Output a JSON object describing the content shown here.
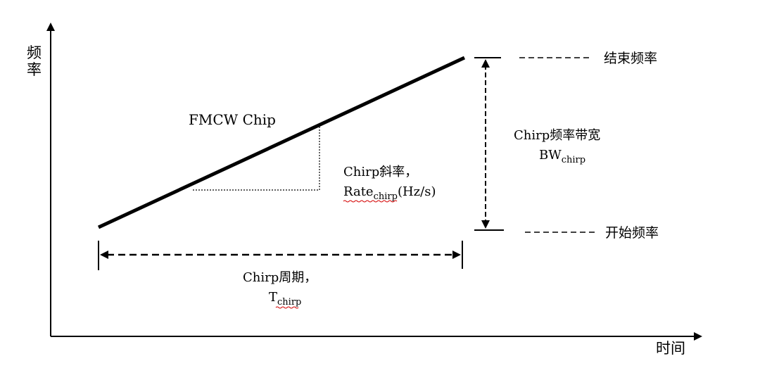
{
  "axes": {
    "y_label_line1": "频",
    "y_label_line2": "率",
    "x_label": "时间"
  },
  "chirp_label": "FMCW Chip",
  "slope": {
    "line1": "Chirp斜率，",
    "rate_main": "Rate",
    "rate_sub": "chirp",
    "rate_unit": "(Hz/s)"
  },
  "bandwidth": {
    "line1": "Chirp频率带宽",
    "bw_main": "BW",
    "bw_sub": "chirp"
  },
  "period": {
    "line1": "Chirp周期，",
    "t_main": "T",
    "t_sub": "chirp"
  },
  "end_freq_label": "结束频率",
  "start_freq_label": "开始频率",
  "colors": {
    "stroke": "#000000",
    "spellcheck_underline": "#d40000"
  }
}
